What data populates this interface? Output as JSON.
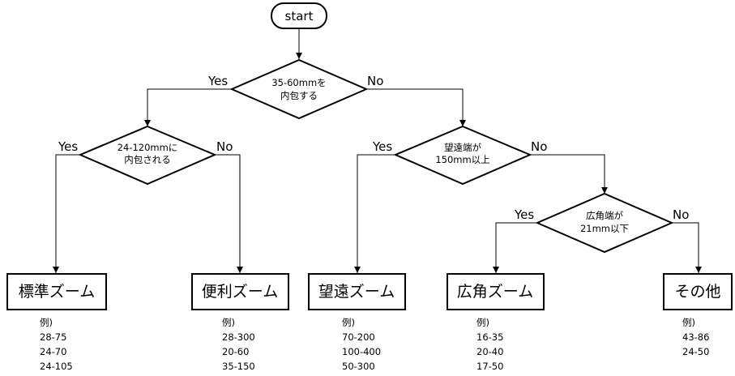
{
  "start": {
    "label": "start"
  },
  "decisions": {
    "d1": {
      "line1": "35-60mmを",
      "line2": "内包する",
      "yes": "Yes",
      "no": "No"
    },
    "d2": {
      "line1": "24-120mmに",
      "line2": "内包される",
      "yes": "Yes",
      "no": "No"
    },
    "d3": {
      "line1": "望遠端が",
      "line2": "150mm以上",
      "yes": "Yes",
      "no": "No"
    },
    "d4": {
      "line1": "広角端が",
      "line2": "21mm以下",
      "yes": "Yes",
      "no": "No"
    }
  },
  "results": [
    {
      "label": "標準ズーム",
      "example_title": "例)",
      "examples": [
        "28-75",
        "24-70",
        "24-105"
      ]
    },
    {
      "label": "便利ズーム",
      "example_title": "例)",
      "examples": [
        "28-300",
        "20-60",
        "35-150"
      ]
    },
    {
      "label": "望遠ズーム",
      "example_title": "例)",
      "examples": [
        "70-200",
        "100-400",
        "50-300"
      ]
    },
    {
      "label": "広角ズーム",
      "example_title": "例)",
      "examples": [
        "16-35",
        "20-40",
        "17-50"
      ]
    },
    {
      "label": "その他",
      "example_title": "例)",
      "examples": [
        "43-86",
        "24-50"
      ]
    }
  ]
}
